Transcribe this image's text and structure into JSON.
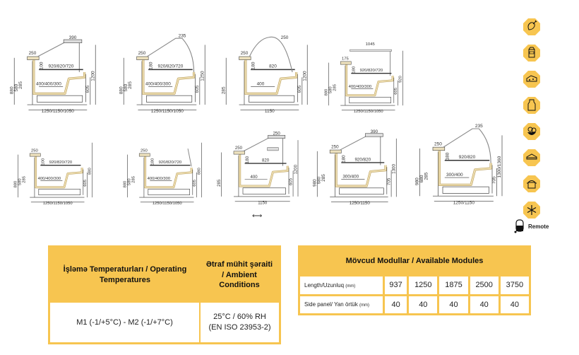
{
  "diagrams": [
    {
      "canopy": "slant",
      "top": "390",
      "shelf_top": "250",
      "shelf": "920/820/720",
      "well": "400/400/300",
      "bottom": "1250/1150/1050",
      "left": [
        "880",
        "580",
        "285"
      ],
      "right": [
        "605",
        "1200"
      ],
      "small": "100"
    },
    {
      "canopy": "curve",
      "top": "235",
      "shelf_top": "250",
      "shelf": "920/820/720",
      "well": "400/400/300",
      "bottom": "1250/1150/1050",
      "left": [
        "880",
        "580",
        "285"
      ],
      "right": [
        "605",
        "1250"
      ],
      "small": "180"
    },
    {
      "canopy": "dome",
      "top": "250",
      "shelf_top": "250",
      "shelf": "820",
      "well": "400",
      "bottom": "1150",
      "left": [
        "285"
      ],
      "right": [
        "605",
        "1200"
      ],
      "small": "180"
    },
    {
      "canopy": "flat",
      "top": "1045",
      "shelf_top": "175",
      "shelf": "920/820/720",
      "well": "400/400/300",
      "bottom": "1250/1150/1050",
      "left": [
        "880",
        "580",
        "285"
      ],
      "right": [
        "605",
        "920"
      ],
      "small": "180"
    },
    {
      "canopy": "open",
      "top": "",
      "shelf_top": "250",
      "shelf": "920/820/720",
      "well": "400/400/300",
      "bottom": "1250/1150/1050",
      "left": [
        "880",
        "580",
        "285"
      ],
      "right": [
        "605",
        "880"
      ],
      "small": "100"
    },
    {
      "canopy": "flap",
      "top": "",
      "shelf_top": "250",
      "shelf": "920/820/720",
      "well": "400/400/300",
      "bottom": "1250/1150/1050",
      "left": [
        "880",
        "580",
        "285"
      ],
      "right": [
        "605",
        "880"
      ],
      "small": "180"
    },
    {
      "canopy": "slant2",
      "top": "250",
      "shelf_top": "250",
      "shelf": "820",
      "well": "400",
      "bottom": "1150",
      "left": [
        "285"
      ],
      "right": [
        "605",
        "1200"
      ],
      "small": "180"
    },
    {
      "canopy": "slant",
      "top": "390",
      "shelf_top": "250",
      "shelf": "920/820",
      "well": "300/400",
      "bottom": "1250/1150",
      "left": [
        "980",
        "680",
        "285"
      ],
      "right": [
        "705",
        "1300"
      ],
      "small": "180"
    },
    {
      "canopy": "curve",
      "top": "235",
      "shelf_top": "250",
      "shelf": "920/820",
      "well": "300/400",
      "bottom": "1250/1150",
      "left": [
        "980",
        "680",
        "285"
      ],
      "right": [
        "705",
        "1300/1360"
      ],
      "small": "180"
    }
  ],
  "icons": [
    "chicken-leg-icon",
    "milk-carton-icon",
    "cheese-icon",
    "milk-bottle-icon",
    "salad-bowl-icon",
    "sandwich-icon",
    "cooking-pot-icon",
    "snowflake-icon"
  ],
  "remote_label": "Remote",
  "colors": {
    "accent": "#f7c550",
    "tub": "#ecdcae"
  },
  "conditions_table": {
    "headers": [
      "İşləmə Temperaturları / Operating Temperatures",
      "Ətraf mühit şəraiti / Ambient Conditions"
    ],
    "temperatures": "M1 (-1/+5°C) - M2 (-1/+7°C)",
    "ambient_line1": "25°C / 60% RH",
    "ambient_line2": "(EN ISO 23953-2)"
  },
  "modules_table": {
    "title": "Mövcud Modullar / Available Modules",
    "rows": [
      {
        "label": "Length/Uzunluq",
        "unit": "(mm)",
        "values": [
          "937",
          "1250",
          "1875",
          "2500",
          "3750"
        ]
      },
      {
        "label": "Side panel/ Yan örtük",
        "unit": "(mm)",
        "values": [
          "40",
          "40",
          "40",
          "40",
          "40"
        ]
      }
    ]
  }
}
